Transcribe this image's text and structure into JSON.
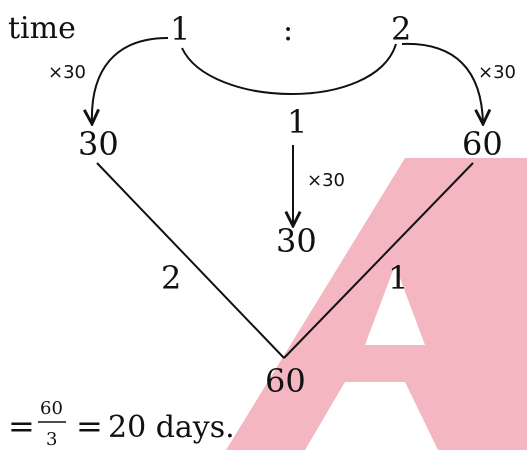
{
  "diagram": {
    "row_label": "time",
    "ratio_left": "1",
    "ratio_sep": ":",
    "ratio_right": "2",
    "multiplier_left": "×30",
    "multiplier_right": "×30",
    "multiplier_center": "×30",
    "scaled_left": "30",
    "scaled_right": "60",
    "sum_value": "1",
    "center_value": "30",
    "cross_left_label": "2",
    "cross_right_label": "1",
    "bottom_value": "60",
    "equation": {
      "equals_1": "=",
      "numerator": "60",
      "denominator": "3",
      "equals_2": "=",
      "result": "20 days."
    }
  },
  "colors": {
    "watermark": "#f4b6c0",
    "ink": "#111111"
  },
  "icons": {
    "watermark": "logo-a-watermark"
  }
}
